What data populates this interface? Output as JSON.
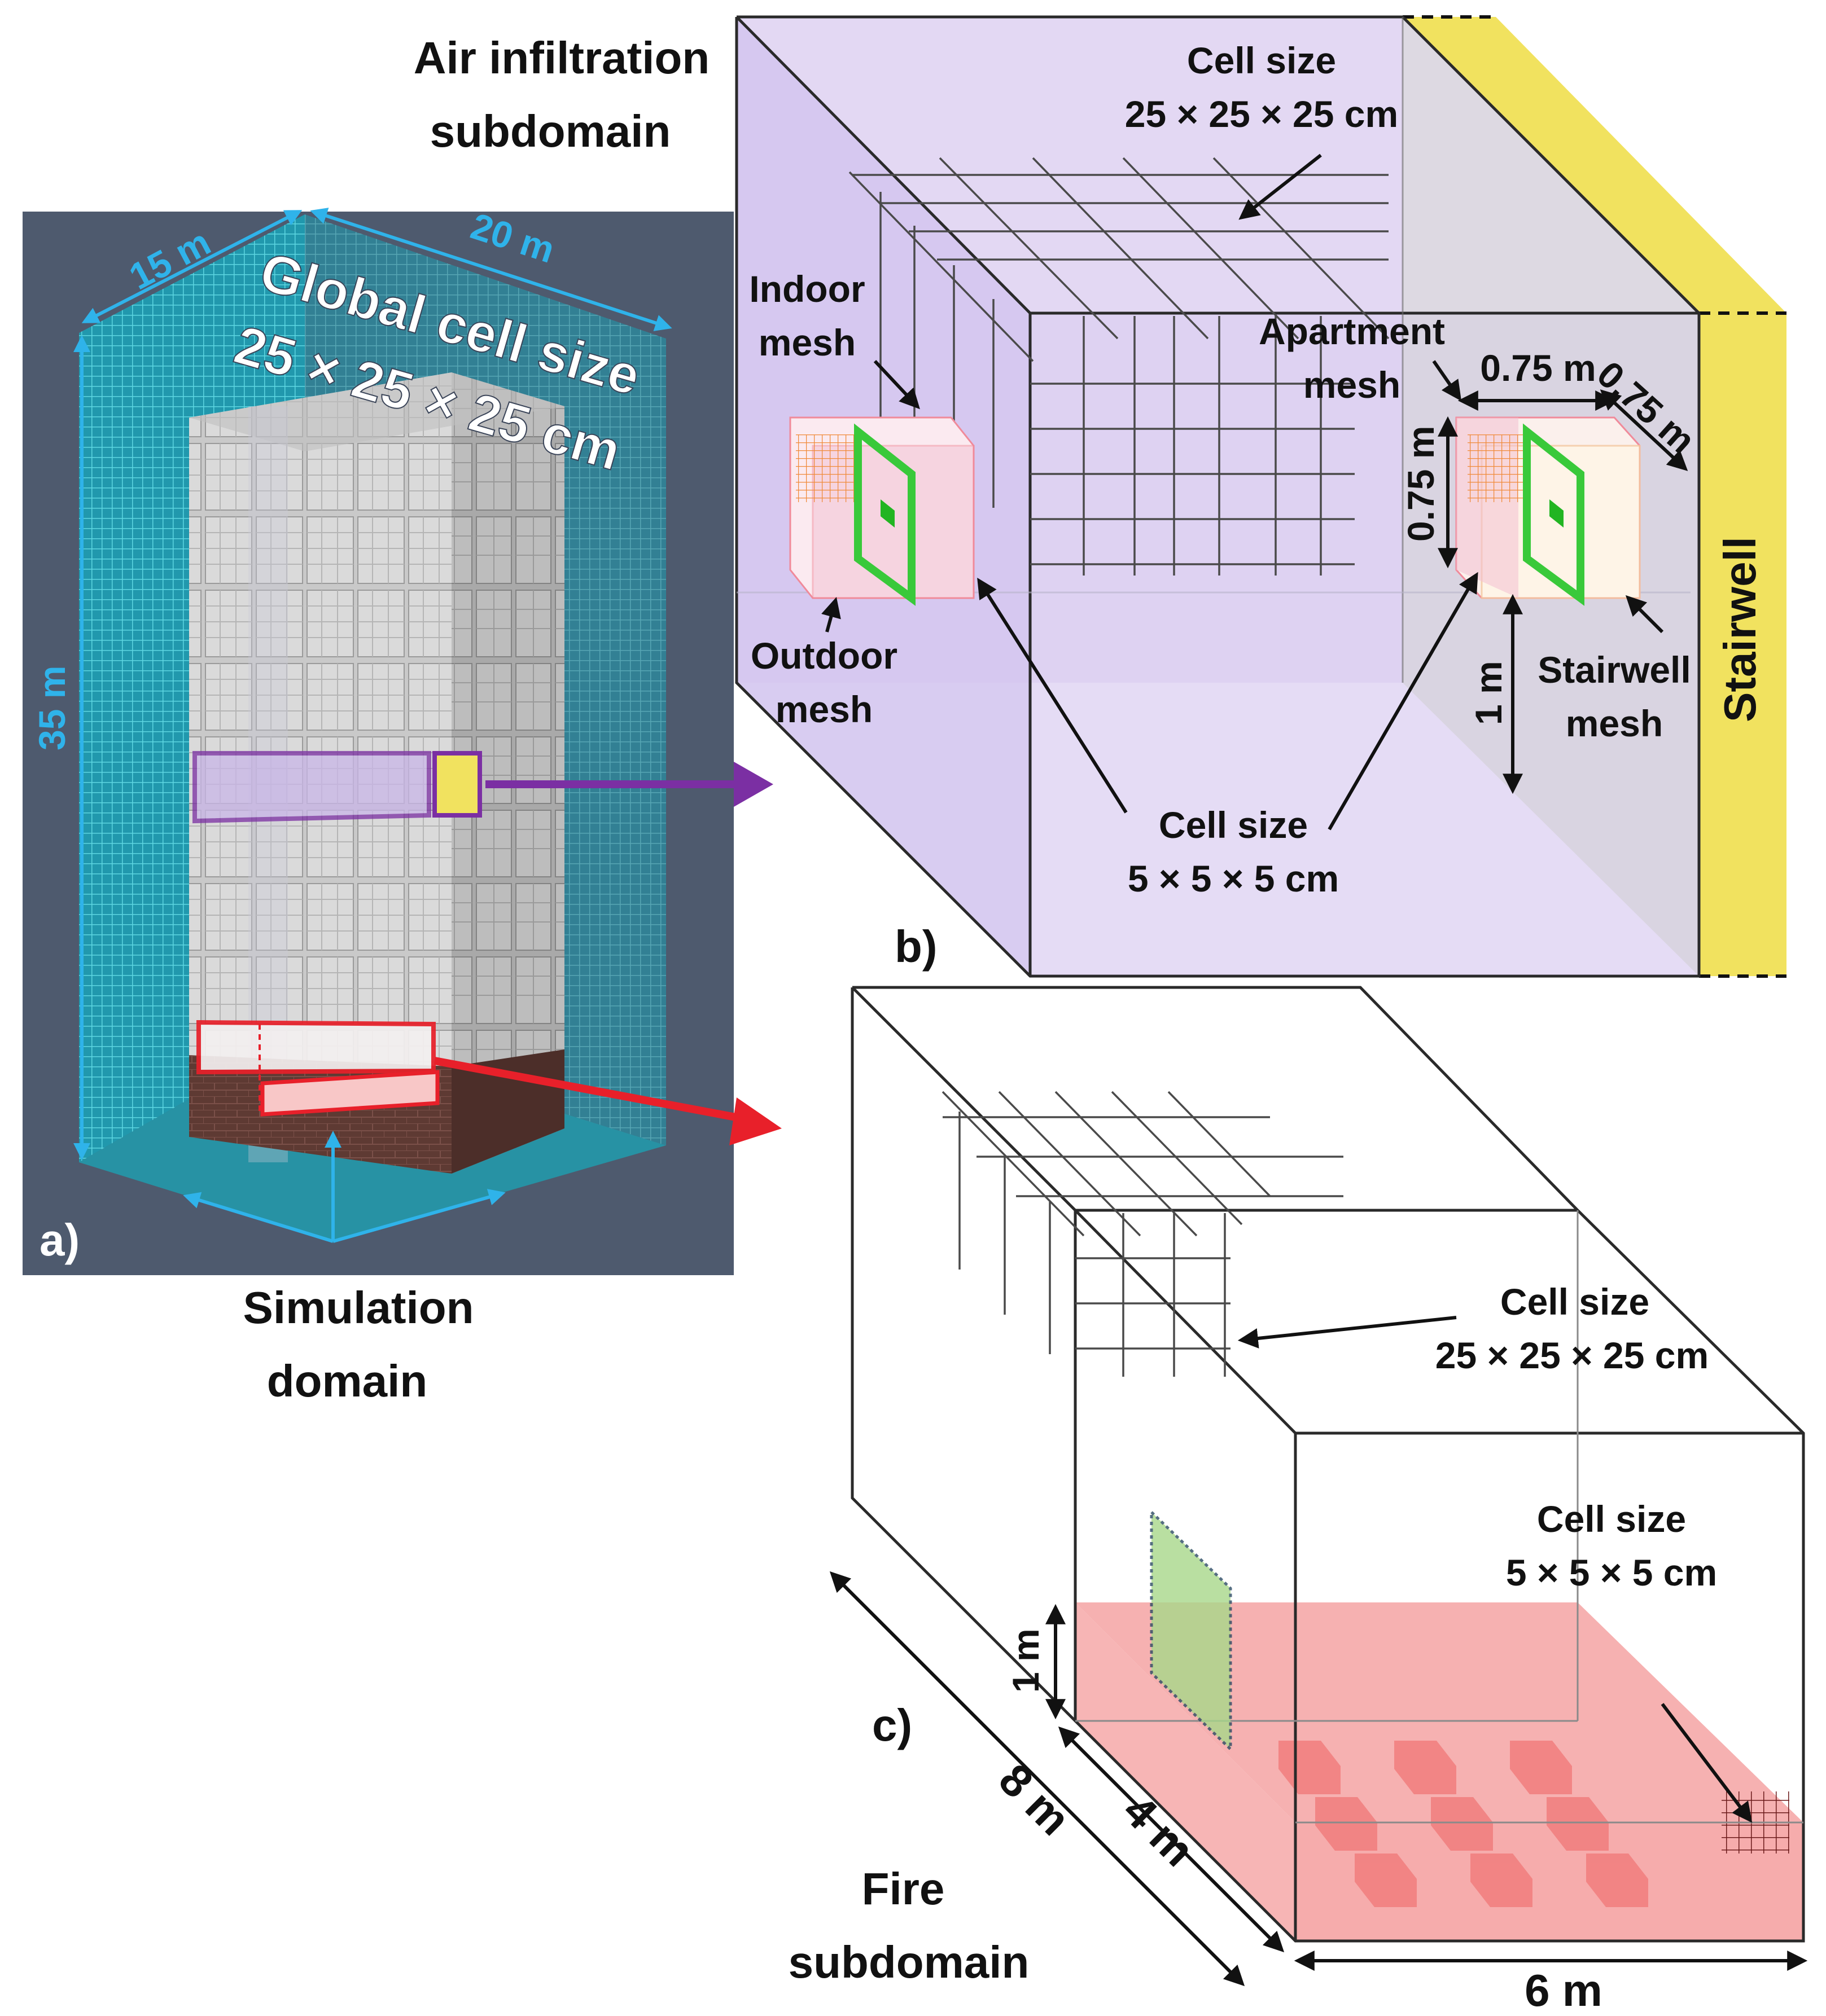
{
  "panel_a": {
    "tag": "a)",
    "caption_line1": "Simulation",
    "caption_line2": "domain",
    "dim_width": "15 m",
    "dim_depth": "20 m",
    "dim_height": "35 m",
    "global_line1": "Global cell size",
    "global_line2": "25 × 25 × 25 cm"
  },
  "panel_b": {
    "tag": "b)",
    "title_line1": "Air infiltration",
    "title_line2": "subdomain",
    "cell_coarse_line1": "Cell size",
    "cell_coarse_line2": "25 × 25 × 25 cm",
    "indoor_line1": "Indoor",
    "indoor_line2": "mesh",
    "outdoor_line1": "Outdoor",
    "outdoor_line2": "mesh",
    "apartment_line1": "Apartment",
    "apartment_line2": "mesh",
    "stairwell_mesh_line1": "Stairwell",
    "stairwell_mesh_line2": "mesh",
    "stairwell": "Stairwell",
    "dim_a": "0.75 m",
    "dim_b": "0.75 m",
    "dim_c": "0.75 m",
    "dim_height": "1 m",
    "cell_fine_line1": "Cell size",
    "cell_fine_line2": "5 × 5 × 5 cm"
  },
  "panel_c": {
    "tag": "c)",
    "title_line1": "Fire",
    "title_line2": "subdomain",
    "cell_coarse_line1": "Cell size",
    "cell_coarse_line2": "25 × 25 × 25 cm",
    "cell_fine_line1": "Cell size",
    "cell_fine_line2": "5 × 5 × 5 cm",
    "dim_height": "1 m",
    "dim_depth_outer": "8 m",
    "dim_depth_inner": "4 m",
    "dim_width": "6 m"
  },
  "colors": {
    "background_panel_a": "#4e5a6e",
    "cyan_mesh": "#27c3d6",
    "dimension_blue": "#2fb3ea",
    "lavender": "#d9cbf0",
    "stairwell_yellow": "#f1e25f",
    "fire_red": "#f5a3a3",
    "green_vent": "#39c93a",
    "purple_highlight": "#7b2fa3",
    "red_highlight": "#e8202a"
  }
}
